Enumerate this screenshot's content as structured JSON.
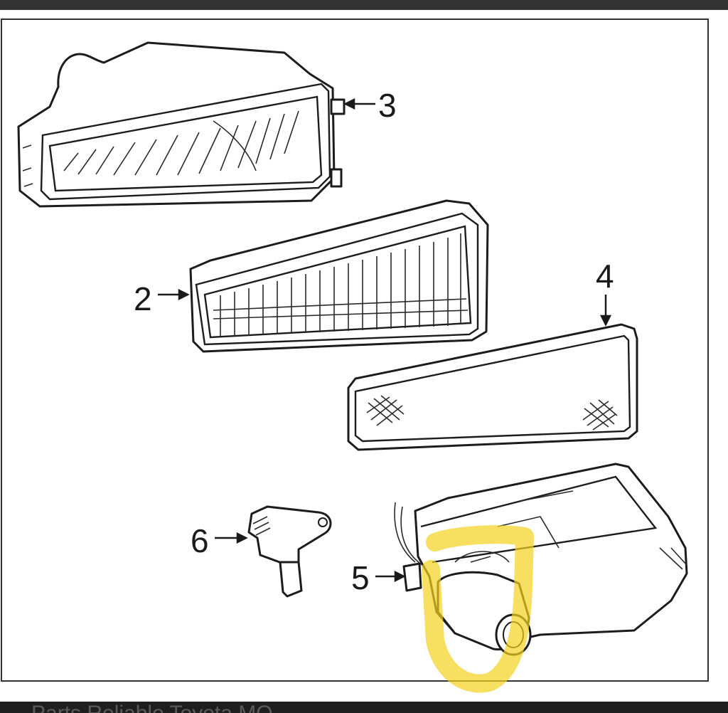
{
  "diagram": {
    "callouts": [
      {
        "id": "3",
        "label": "3"
      },
      {
        "id": "2",
        "label": "2"
      },
      {
        "id": "4",
        "label": "4"
      },
      {
        "id": "6",
        "label": "6"
      },
      {
        "id": "5",
        "label": "5"
      }
    ],
    "highlight_color": "#f2d21e",
    "frame_color": "#2b2b2b"
  },
  "footer": {
    "text": "Parts Reliable Toyota MO"
  }
}
